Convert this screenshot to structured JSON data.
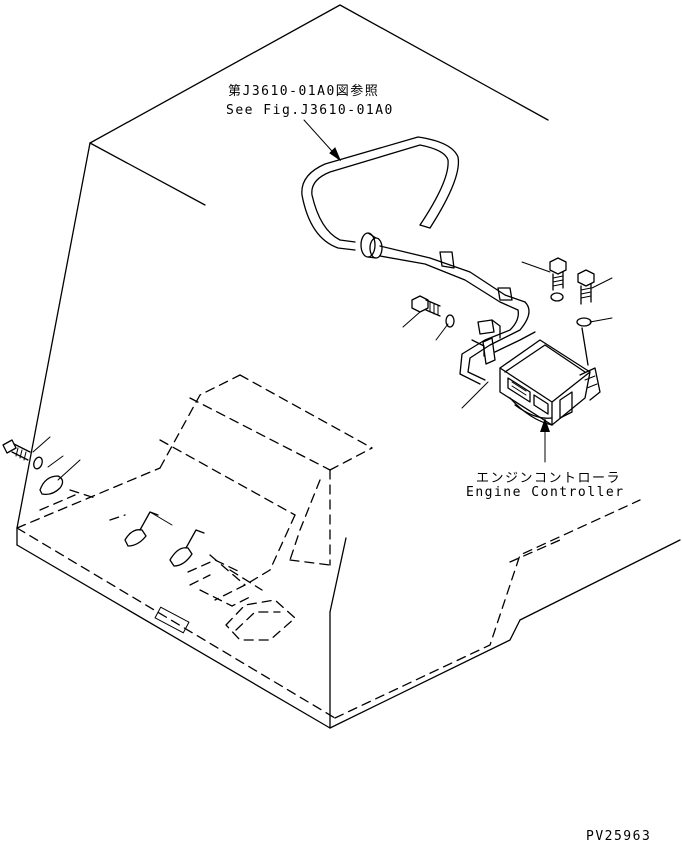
{
  "callouts": {
    "reference_jp": "第J3610-01A0図参照",
    "reference_en": "See Fig.J3610-01A0",
    "component_jp": "エンジンコントローラ",
    "component_en": "Engine Controller"
  },
  "drawing_number": "PV25963"
}
